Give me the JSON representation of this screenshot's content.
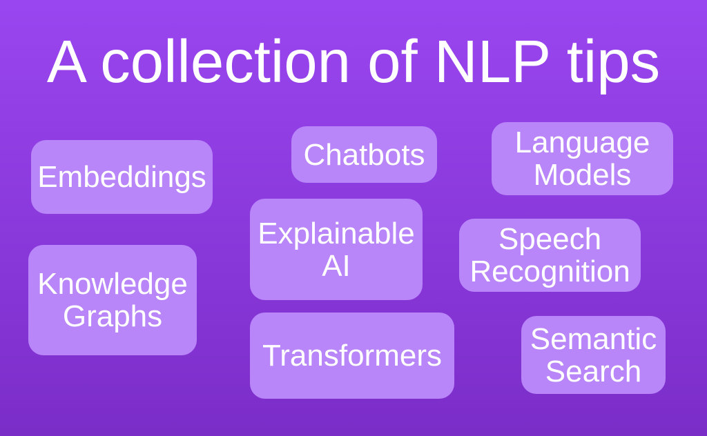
{
  "page": {
    "title": "A collection of NLP tips",
    "colors": {
      "background_top": "#9a46f0",
      "background_bottom": "#7b2dc8",
      "card_fill": "#b886f8",
      "text": "#ffffff"
    }
  },
  "cards": [
    {
      "id": "embeddings",
      "label": "Embeddings"
    },
    {
      "id": "chatbots",
      "label": "Chatbots"
    },
    {
      "id": "language-models",
      "label": "Language\nModels"
    },
    {
      "id": "explainable-ai",
      "label": "Explainable\nAI"
    },
    {
      "id": "speech-recognition",
      "label": "Speech\nRecognition"
    },
    {
      "id": "knowledge-graphs",
      "label": "Knowledge\nGraphs"
    },
    {
      "id": "transformers",
      "label": "Transformers"
    },
    {
      "id": "semantic-search",
      "label": "Semantic\nSearch"
    }
  ]
}
